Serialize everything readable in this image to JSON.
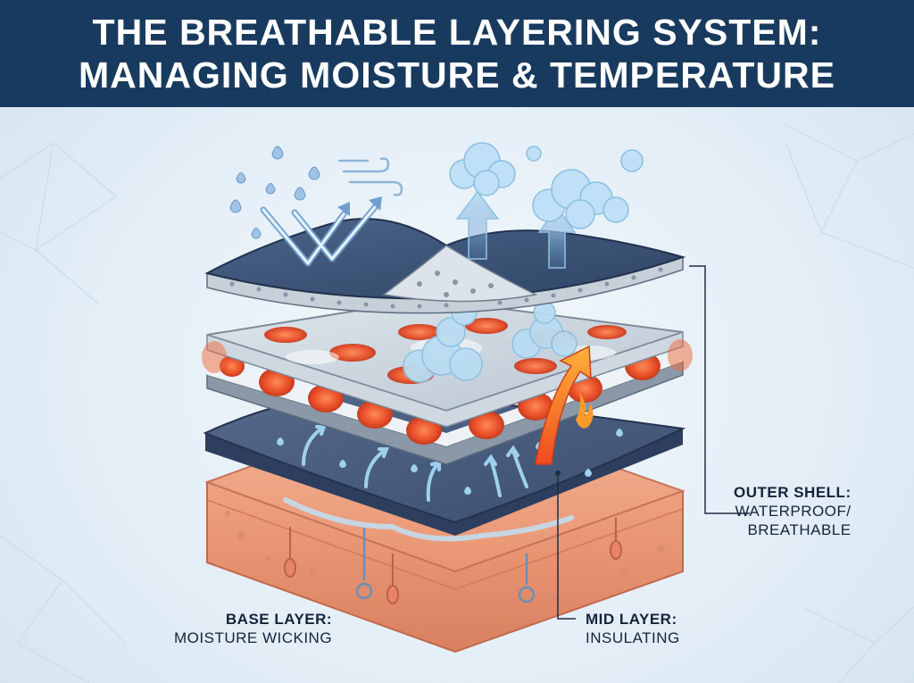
{
  "title": {
    "line1": "THE BREATHABLE LAYERING SYSTEM:",
    "line2": "MANAGING MOISTURE & TEMPERATURE"
  },
  "callouts": {
    "outer_shell": {
      "title": "OUTER SHELL:",
      "line1": "WATERPROOF/",
      "line2": "BREATHABLE"
    },
    "mid_layer": {
      "title": "MID LAYER:",
      "line1": "INSULATING"
    },
    "base_layer": {
      "title": "BASE LAYER:",
      "line1": "MOISTURE WICKING"
    }
  },
  "colors": {
    "header_bg": "#183a5e",
    "shell": "#3c5478",
    "skin": "#eea080",
    "heat": "#e8502a",
    "moisture": "#9fd0ee"
  },
  "icons": [
    "rain-drop-icon",
    "wind-icon",
    "vapor-cloud-icon",
    "heat-flame-icon",
    "moisture-arrow-icon"
  ]
}
